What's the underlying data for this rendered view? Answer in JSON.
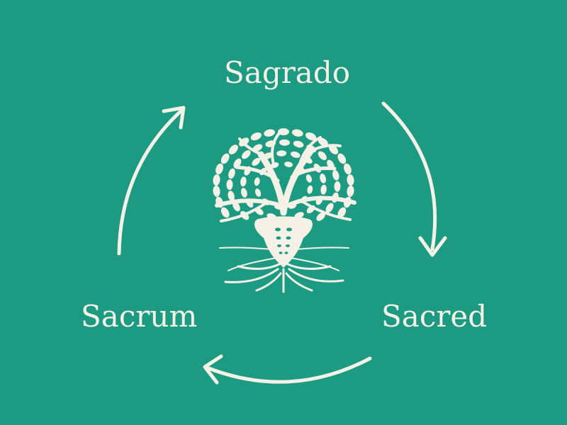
{
  "colors": {
    "background": "#1c9a82",
    "foreground": "#f5f1e6"
  },
  "cycle": {
    "nodes": [
      {
        "label": "Sagrado"
      },
      {
        "label": "Sacred"
      },
      {
        "label": "Sacrum"
      }
    ],
    "arrows": [
      "clockwise",
      "clockwise",
      "clockwise"
    ],
    "center_icon": "tree-of-life-sacrum-icon"
  }
}
